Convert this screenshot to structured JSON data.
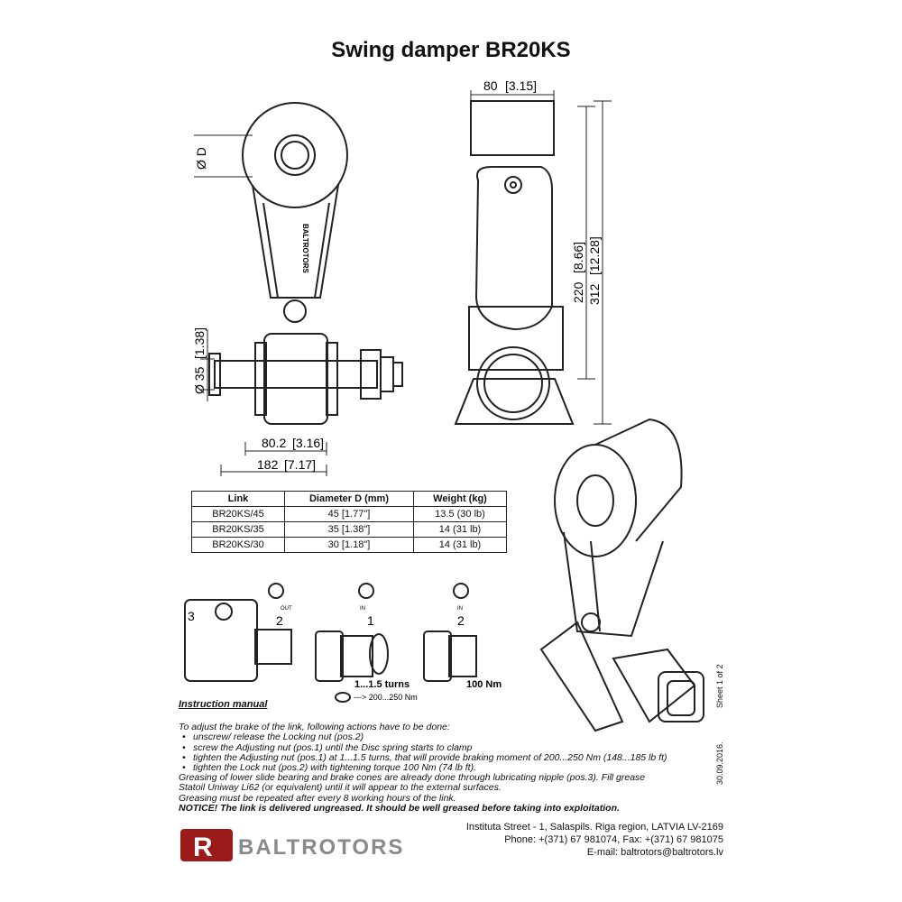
{
  "title": "Swing damper BR20KS",
  "drawing": {
    "dim_width_top": "80",
    "dim_width_top_in": "[3.15]",
    "dim_height_220": "220",
    "dim_height_220_in": "[8.66]",
    "dim_height_312": "312",
    "dim_height_312_in": "[12.28]",
    "dim_diameter": "Ø D",
    "dim_axle_dia": "Ø 35",
    "dim_axle_dia_in": "[1.38]",
    "dim_80_2": "80.2",
    "dim_80_2_in": "[3.16]",
    "dim_182": "182",
    "dim_182_in": "[7.17]",
    "logo_text": "BALTROTORS"
  },
  "table": {
    "headers": [
      "Link",
      "Diameter D (mm)",
      "Weight (kg)"
    ],
    "rows": [
      [
        "BR20KS/45",
        "45 [1.77\"]",
        "13.5 (30 lb)"
      ],
      [
        "BR20KS/35",
        "35 [1.38\"]",
        "14 (31 lb)"
      ],
      [
        "BR20KS/30",
        "30 [1.18\"]",
        "14 (31 lb)"
      ]
    ]
  },
  "steps": {
    "pos3": "3",
    "pos2a": "2",
    "pos1": "1",
    "pos2b": "2",
    "out_label": "OUT",
    "in_label_1": "IN",
    "in_label_2": "IN",
    "turns": "1...1.5 turns",
    "torque_range": "---> 200...250 Nm",
    "torque": "100 Nm"
  },
  "manual": {
    "heading": "Instruction manual",
    "intro": "To adjust the brake of the link, following actions have to be done:",
    "bullets": [
      "unscrew/ release the Locking nut (pos.2)",
      "screw the Adjusting nut (pos.1) until the Disc spring starts to clamp",
      "tighten the Adjusting nut (pos.1) at 1...1.5 turns, that will provide braking moment of 200...250 Nm (148...185 lb ft)",
      "tighten the Lock nut (pos.2) with tightening torque 100 Nm (74 lb ft)."
    ],
    "grease_1": "Greasing of lower slide bearing and brake cones are already done through lubricating nipple (pos.3). Fill grease",
    "grease_2": "Statoil Uniway Li62 (or equivalent) until it will appear to the external surfaces.",
    "grease_3": "Greasing must be repeated after every 8 working hours of the link.",
    "notice": "NOTICE! The link is delivered ungreased. It should be well greased before taking into exploitation."
  },
  "side": {
    "sheet": "Sheet 1 of 2",
    "date": "30.09.2016."
  },
  "footer": {
    "brand": "BALTROTORS",
    "address": "Instituta Street - 1, Salaspils. Riga region, LATVIA LV-2169",
    "phone": "Phone: +(371) 67 981074, Fax: +(371) 67 981075",
    "email": "E-mail: baltrotors@baltrotors.lv"
  },
  "colors": {
    "ink": "#111111",
    "logo_red": "#9b1b1b",
    "logo_grey": "#8a8a8a"
  }
}
